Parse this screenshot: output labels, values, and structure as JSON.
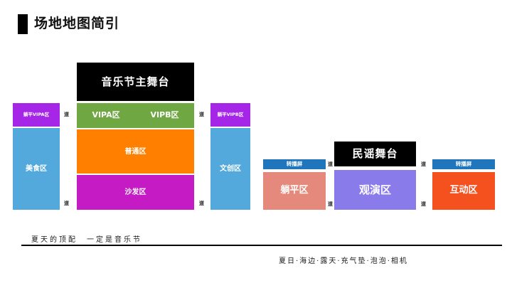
{
  "header": {
    "title": "场地地图简引",
    "accent_color": "#000000"
  },
  "map": {
    "main_stage": {
      "label": "音乐节主舞台",
      "color": "#000000"
    },
    "vip_a": {
      "label": "VIPA区",
      "color": "#6FA843"
    },
    "vip_b": {
      "label": "VIPB区",
      "color": "#6FA843"
    },
    "normal_zone": {
      "label": "普通区",
      "color": "#FF8000"
    },
    "sofa_zone": {
      "label": "沙发区",
      "color": "#C41BC4"
    },
    "lay_vip_a": {
      "label": "躺平VIPA区",
      "color": "#A626E8"
    },
    "lay_vip_b": {
      "label": "躺平VIPB区",
      "color": "#A626E8"
    },
    "food_zone": {
      "label": "美食区",
      "color": "#54A9DC"
    },
    "culture_zone": {
      "label": "文创区",
      "color": "#54A9DC"
    },
    "screen_left": {
      "label": "转播屏",
      "color": "#1F76BC"
    },
    "screen_right": {
      "label": "转播屏",
      "color": "#1F76BC"
    },
    "lay_zone": {
      "label": "躺平区",
      "color": "#E4897B"
    },
    "folk_stage": {
      "label": "民谣舞台",
      "color": "#000000"
    },
    "watch_zone": {
      "label": "观演区",
      "color": "#8A7BEA"
    },
    "interact_zone": {
      "label": "互动区",
      "color": "#F4511E"
    },
    "paths": {
      "left_top": "道",
      "left_bottom": "道",
      "right_top": "道",
      "right_bottom": "道",
      "cluster_left_top": "道",
      "cluster_left_bottom": "道",
      "cluster_right_top": "道",
      "cluster_right_bottom": "道"
    }
  },
  "footer": {
    "tagline": "夏天的顶配　一定是音乐节",
    "keywords": "夏日·海边·露天·充气垫·泡泡·相机"
  }
}
